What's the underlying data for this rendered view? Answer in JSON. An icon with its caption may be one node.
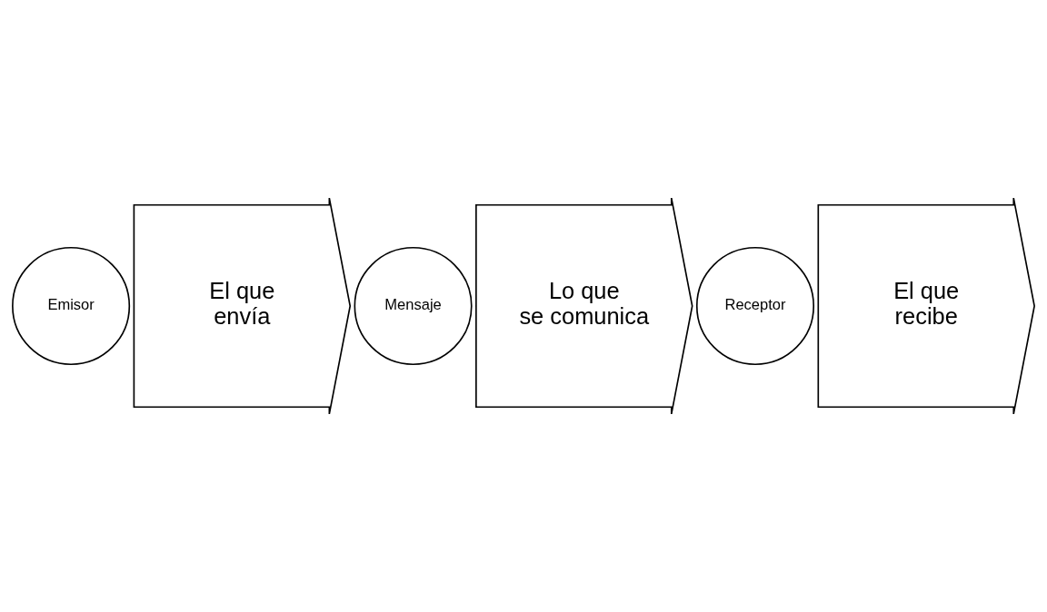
{
  "diagram": {
    "nodes": [
      {
        "text": [
          "Emisor"
        ]
      },
      {
        "text": [
          "El que envía"
        ]
      },
      {
        "text": [
          "Mensaje"
        ]
      },
      {
        "text": [
          "Lo que se comunica"
        ]
      },
      {
        "text": [
          "Receptor"
        ]
      },
      {
        "text": [
          "El que recibe"
        ]
      }
    ],
    "edges": []
  }
}
